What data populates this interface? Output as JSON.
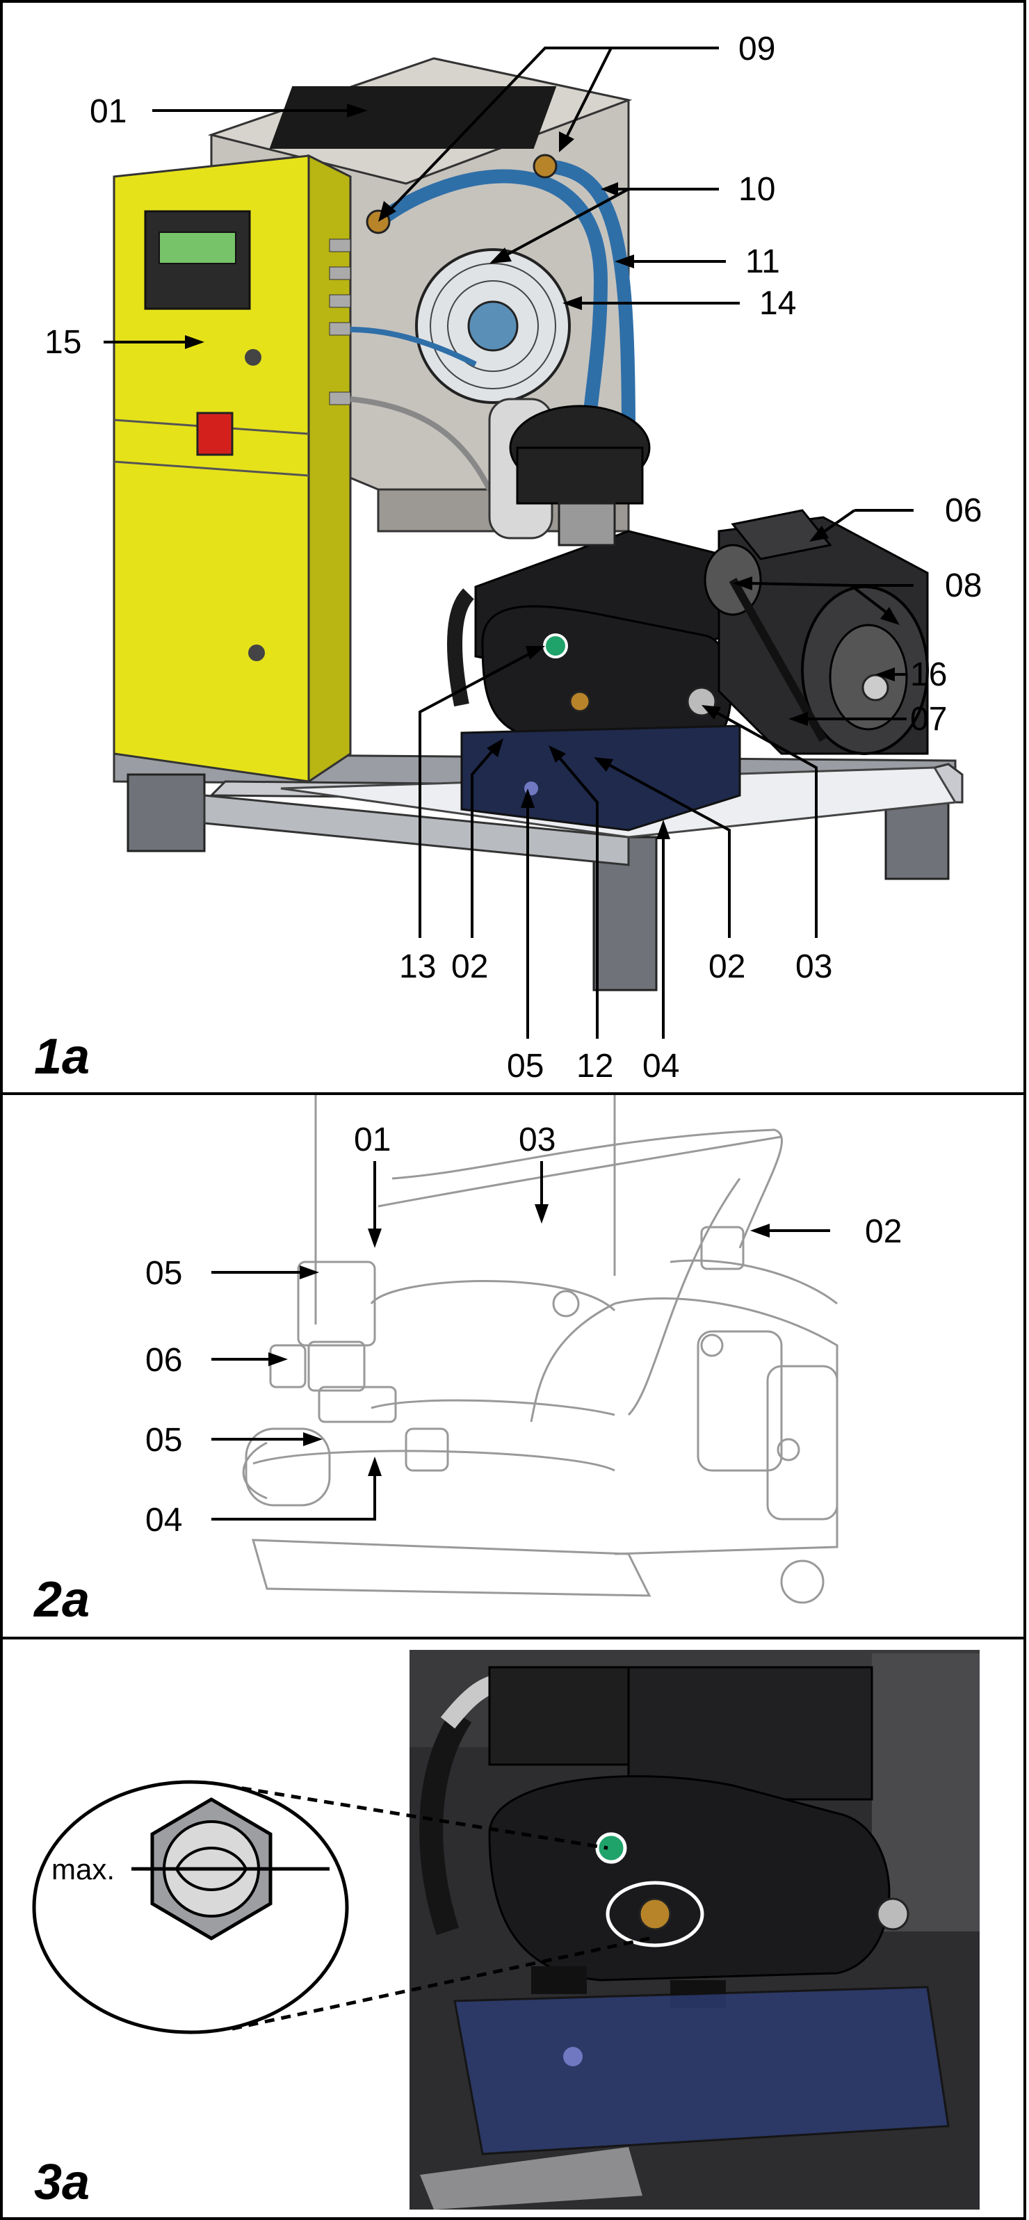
{
  "panel_1a": {
    "panel_label": "1a",
    "callouts": [
      "01",
      "09",
      "10",
      "11",
      "14",
      "15",
      "06",
      "08",
      "16",
      "07",
      "13",
      "02",
      "02",
      "03",
      "05",
      "12",
      "04"
    ]
  },
  "panel_2a": {
    "panel_label": "2a",
    "callouts": [
      "01",
      "03",
      "02",
      "05",
      "06",
      "05",
      "04"
    ]
  },
  "panel_3a": {
    "panel_label": "3a",
    "gauge_label": "max."
  },
  "colors": {
    "cabinet_yellow": "#e6e21a",
    "housing_grey": "#b9b6b0",
    "hose_blue": "#2f6fa8",
    "compressor_black": "#1c1c1e",
    "frame_grey": "#8a8d93",
    "brass": "#b7842a",
    "sight_glass_green": "#1fa36a",
    "red_switch": "#d4201c"
  },
  "icons": [
    "callout-arrow-icon"
  ]
}
